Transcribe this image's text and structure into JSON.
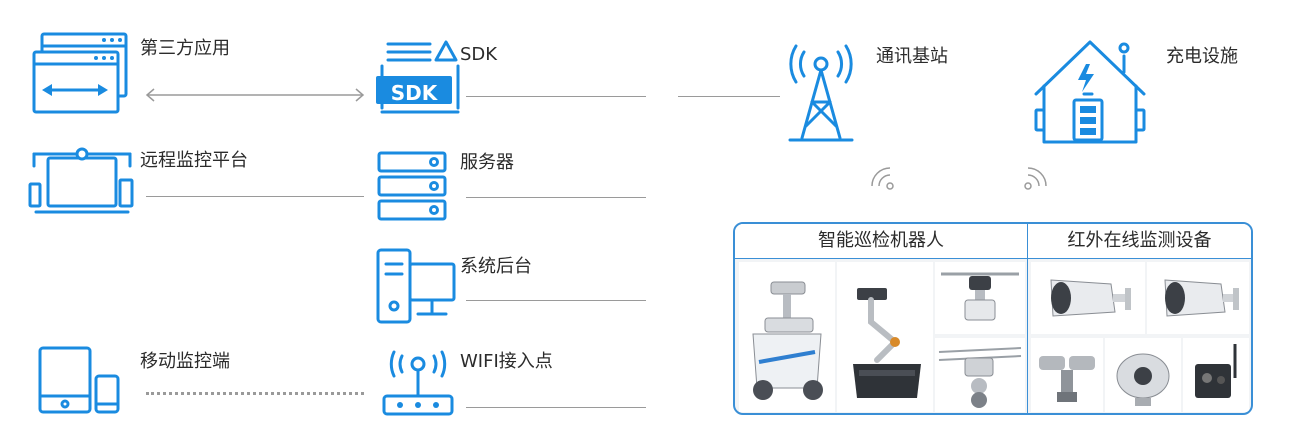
{
  "left_nodes": {
    "third_party": "第三方应用",
    "remote_platform": "远程监控平台",
    "mobile": "移动监控端"
  },
  "middle_nodes": {
    "sdk": "SDK",
    "sdk_badge": "SDK",
    "server": "服务器",
    "backend": "系统后台",
    "wifi": "WIFI接入点"
  },
  "right_nodes": {
    "base_station": "通讯基站",
    "charging": "充电设施"
  },
  "panel": {
    "robots_title": "智能巡检机器人",
    "infrared_title": "红外在线监测设备"
  },
  "colors": {
    "accent": "#1a8be0",
    "line": "#9a9a9a",
    "panel_border": "#3a8fd6"
  }
}
